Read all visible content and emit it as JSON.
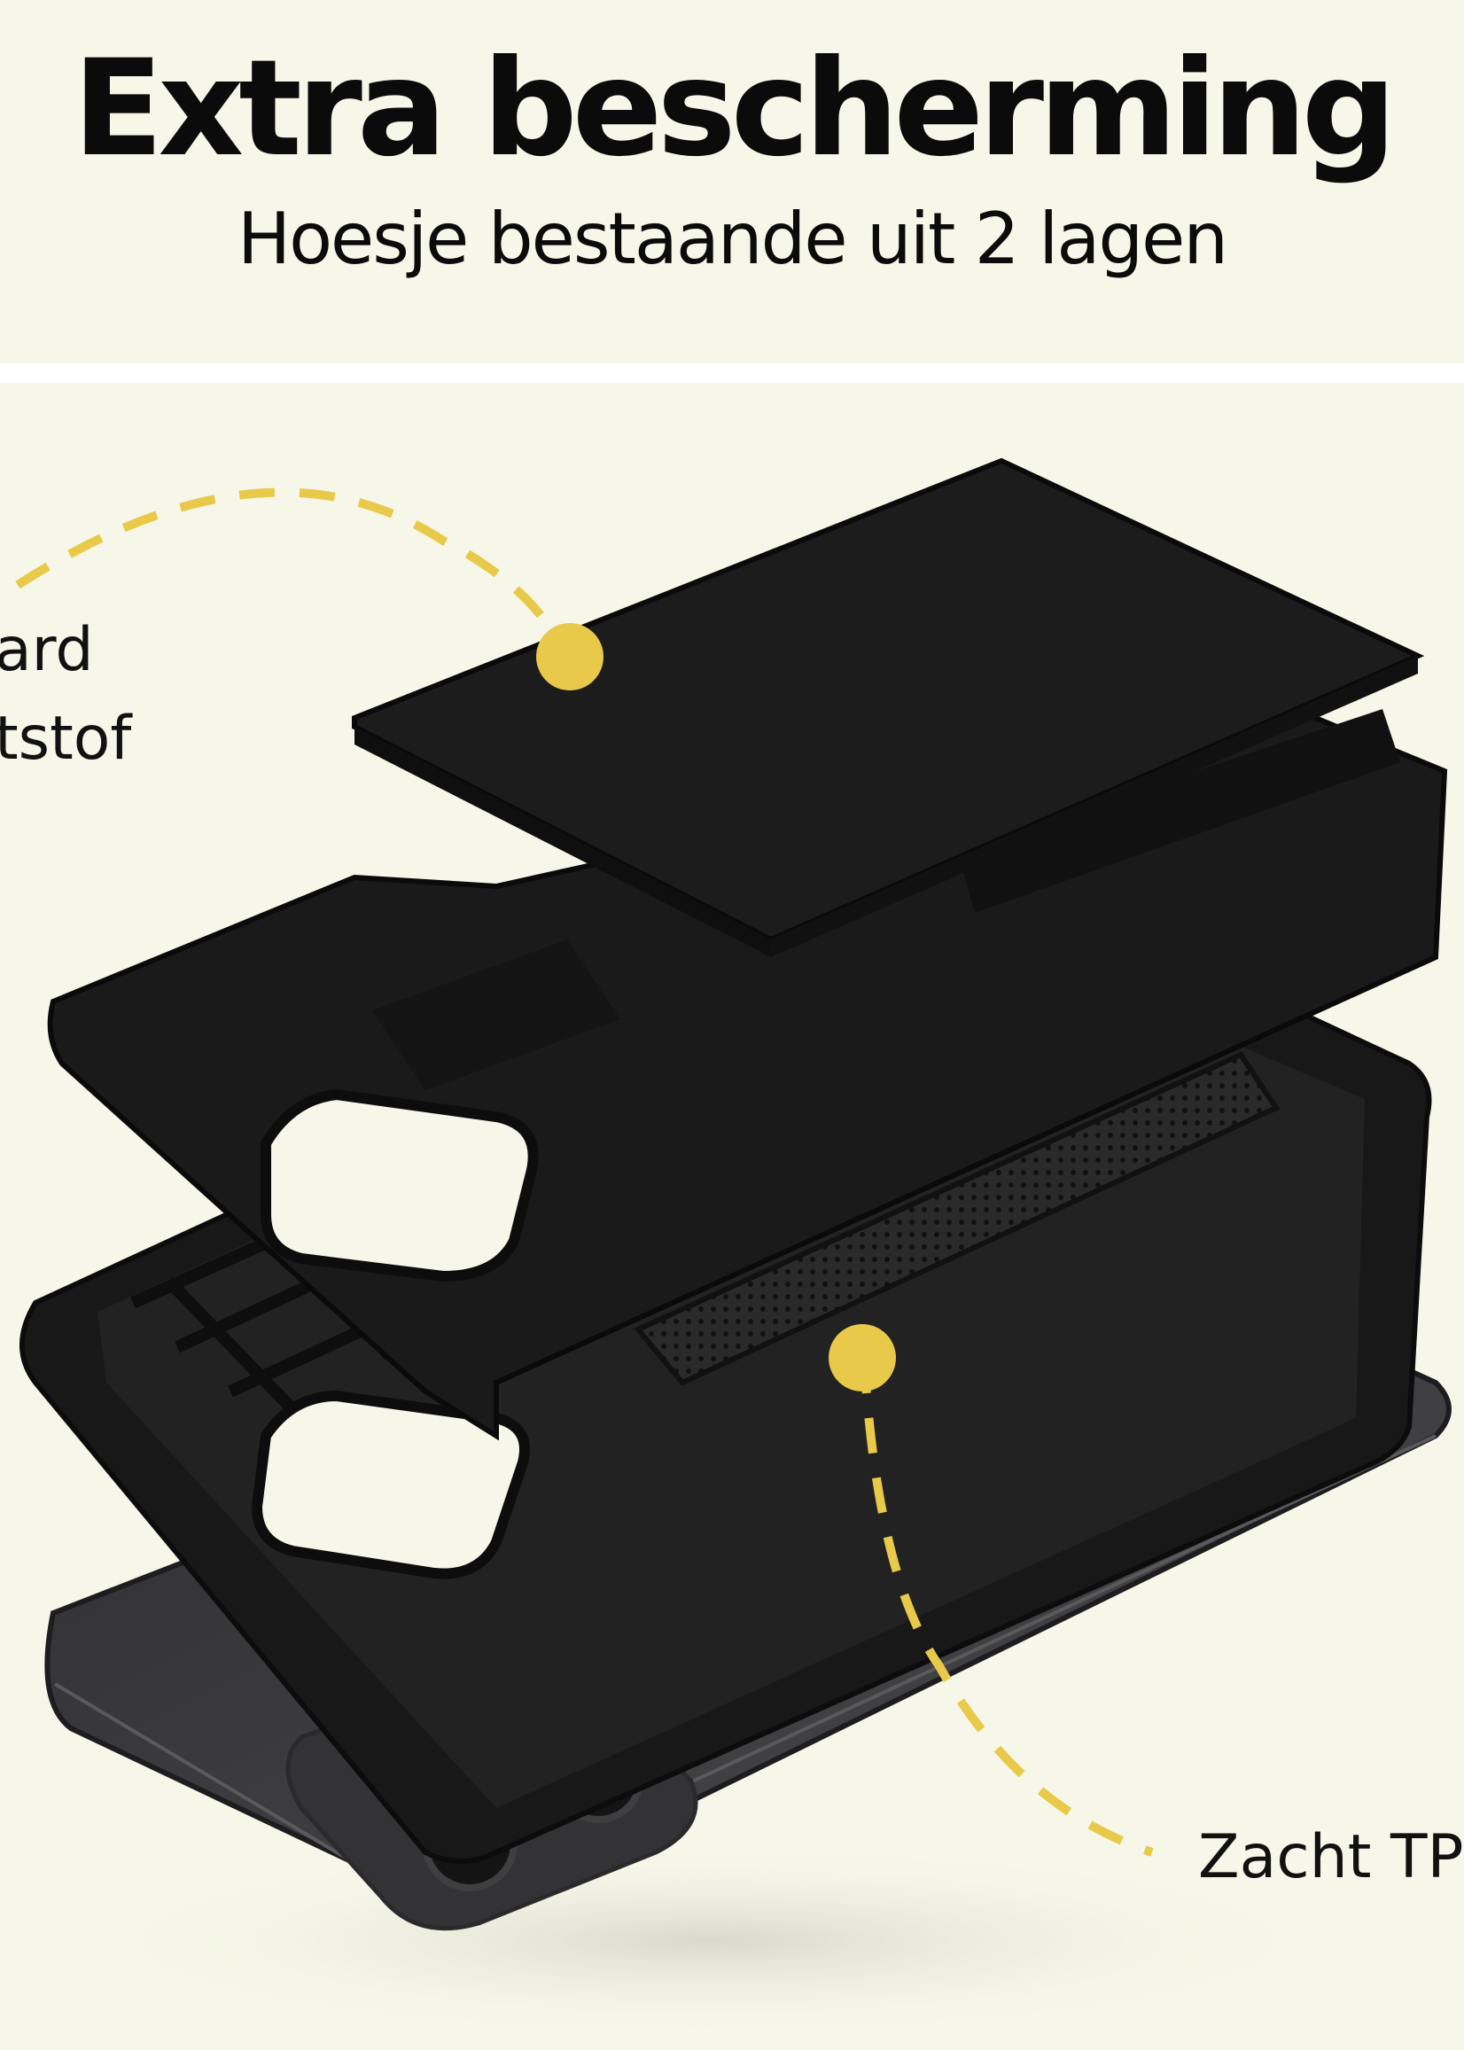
{
  "header": {
    "title": "Extra bescherming",
    "subtitle": "Hoesje bestaande uit 2 lagen"
  },
  "callouts": {
    "top_left_line1": "ard",
    "top_left_line2": "tstof",
    "bottom_right": "Zacht TP"
  },
  "colors": {
    "background": "#f6f7e8",
    "accent": "#e8c94a",
    "case": "#1a1a1a",
    "phone": "#3a3a3c"
  },
  "icons": {
    "marker": "dot-marker-icon"
  }
}
